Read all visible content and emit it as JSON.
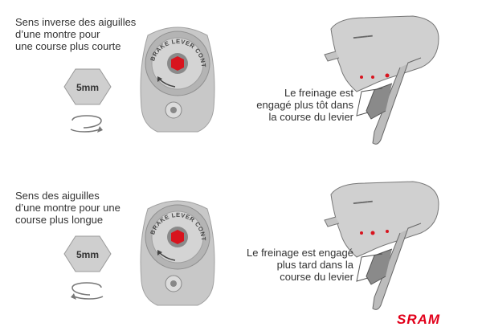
{
  "top": {
    "instruction_lines": [
      "Sens inverse des aiguilles",
      "d’une montre pour",
      "une course plus courte"
    ],
    "tool_label": "5mm",
    "dial_text": "BRAKE LEVER CONTACT IN",
    "result_lines": [
      "Le freinage est",
      "engagé plus tôt dans",
      "la course du levier"
    ]
  },
  "bottom": {
    "instruction_lines": [
      "Sens des aiguilles",
      "d’une montre pour une",
      "course plus longue"
    ],
    "tool_label": "5mm",
    "dial_text": "BRAKE LEVER CONTACT IN",
    "result_lines": [
      "Le freinage est engagé",
      "plus tard dans la",
      "course du levier"
    ]
  },
  "brand": "SRAM",
  "colors": {
    "body_gray": "#c8c8c8",
    "dark_gray": "#8a8a8a",
    "screw_red": "#d8141e",
    "brand_red": "#e2001a"
  }
}
